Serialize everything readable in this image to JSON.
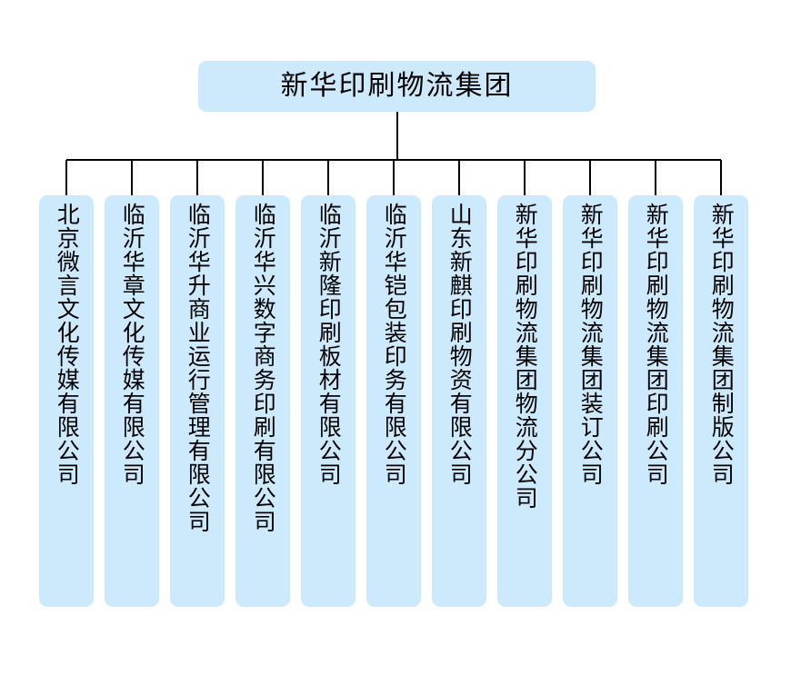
{
  "diagram": {
    "type": "organization-chart",
    "orientation": "top-down",
    "colors": {
      "node_fill": "#cdeafc",
      "connector_line": "#000000",
      "text": "#000000",
      "background": "#ffffff"
    },
    "root": {
      "label": "新华印刷物流集团"
    },
    "children": [
      {
        "label": "北京微言文化传媒有限公司"
      },
      {
        "label": "临沂华章文化传媒有限公司"
      },
      {
        "label": "临沂华升商业运行管理有限公司"
      },
      {
        "label": "临沂华兴数字商务印刷有限公司"
      },
      {
        "label": "临沂新隆印刷板材有限公司"
      },
      {
        "label": "临沂华铠包装印务有限公司"
      },
      {
        "label": "山东新麒印刷物资有限公司"
      },
      {
        "label": "新华印刷物流集团物流分公司"
      },
      {
        "label": "新华印刷物流集团装订公司"
      },
      {
        "label": "新华印刷物流集团印刷公司"
      },
      {
        "label": "新华印刷物流集团制版公司"
      }
    ]
  }
}
